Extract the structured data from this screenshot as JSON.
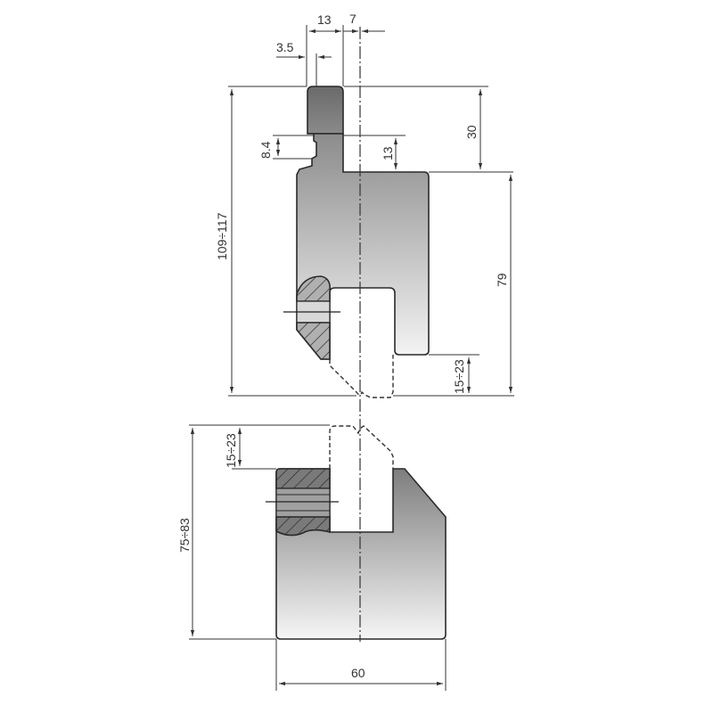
{
  "drawing": {
    "type": "press brake punch and die technical drawing",
    "colors": {
      "body_top": "#8c8c8c",
      "body_bottom": "#f5f5f5",
      "tang": "#6e6e6e",
      "outline": "#2a2a2a",
      "hatch_fill": "#a5a5a5"
    },
    "punch": {
      "dimensions": {
        "tang_width": "13",
        "tang_offset": "7",
        "groove_width": "3.5",
        "groove_height": "8.4",
        "shoulder_height": "13",
        "tang_height": "30",
        "body_height": "79",
        "total_height": "109÷117",
        "insert_height": "15÷23"
      }
    },
    "die": {
      "dimensions": {
        "insert_height": "15÷23",
        "total_height": "75÷83",
        "width": "60"
      }
    }
  }
}
